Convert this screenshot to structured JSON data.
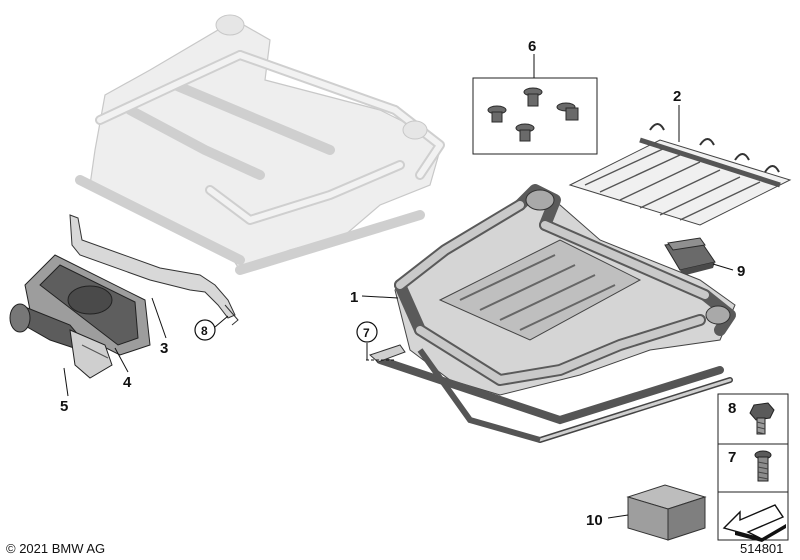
{
  "callouts": {
    "c1": "1",
    "c2": "2",
    "c3": "3",
    "c4": "4",
    "c5": "5",
    "c6": "6",
    "c7": "7",
    "c8": "8",
    "c9": "9",
    "c10": "10",
    "legend_8": "8",
    "legend_7": "7"
  },
  "footer": {
    "copyright": "© 2021 BMW AG",
    "diagram_number": "514801"
  },
  "colors": {
    "ghost_frame": "#cfcfcf",
    "main_frame": "#5a5a5a",
    "part_grey": "#b9b9b9"
  }
}
